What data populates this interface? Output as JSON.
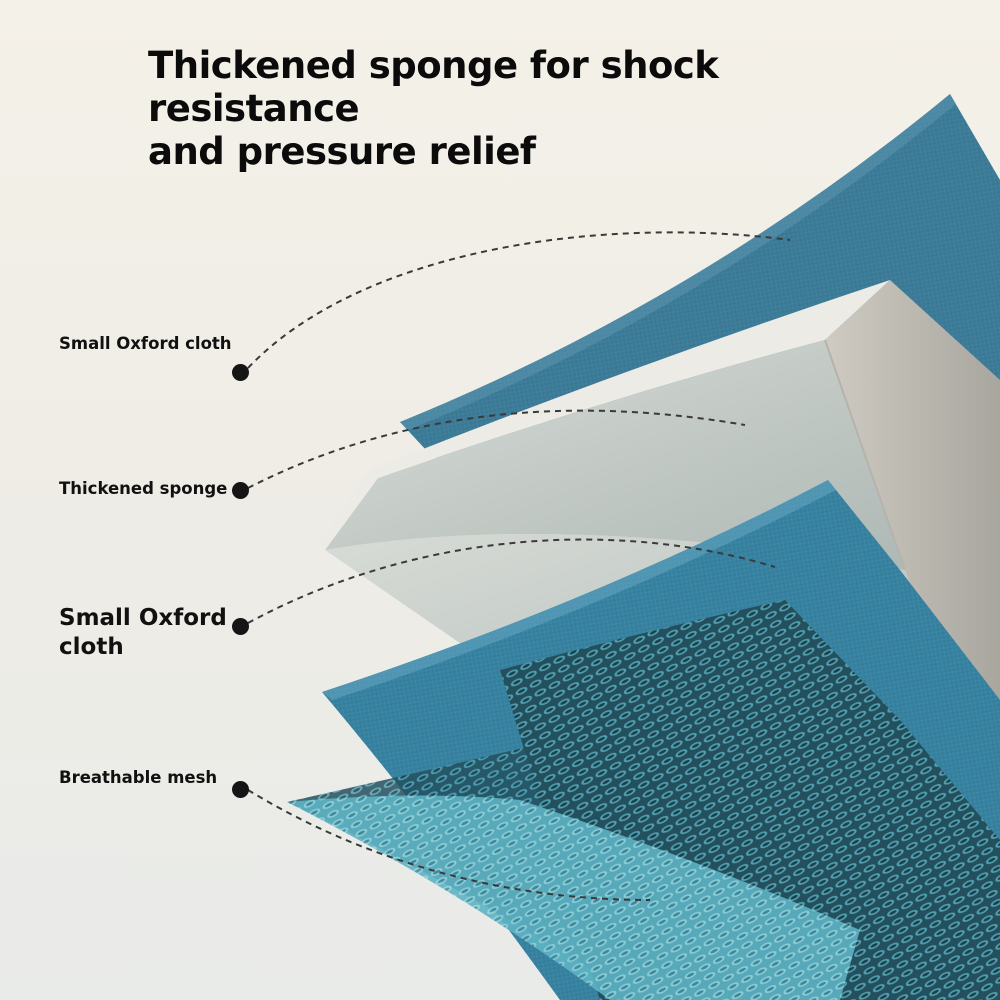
{
  "headline": {
    "line1": "Thickened sponge for shock resistance",
    "line2": "and pressure relief"
  },
  "layers": [
    {
      "label": "Small Oxford cloth",
      "emphasis": "small"
    },
    {
      "label": "Thickened sponge",
      "emphasis": "small"
    },
    {
      "label": "Small Oxford\ncloth",
      "emphasis": "large"
    },
    {
      "label": "Breathable mesh",
      "emphasis": "small"
    }
  ],
  "colors": {
    "oxford_blue": "#3f7f9c",
    "oxford_blue_dark": "#2e6983",
    "sponge_face": "#c9cfcb",
    "sponge_edge": "#e6e5de",
    "sponge_side": "#bab8b0",
    "mesh_dark": "#24505e",
    "mesh_light": "#4f9fb0",
    "leader_line": "#3a3a3a",
    "text": "#0b0b0b"
  }
}
